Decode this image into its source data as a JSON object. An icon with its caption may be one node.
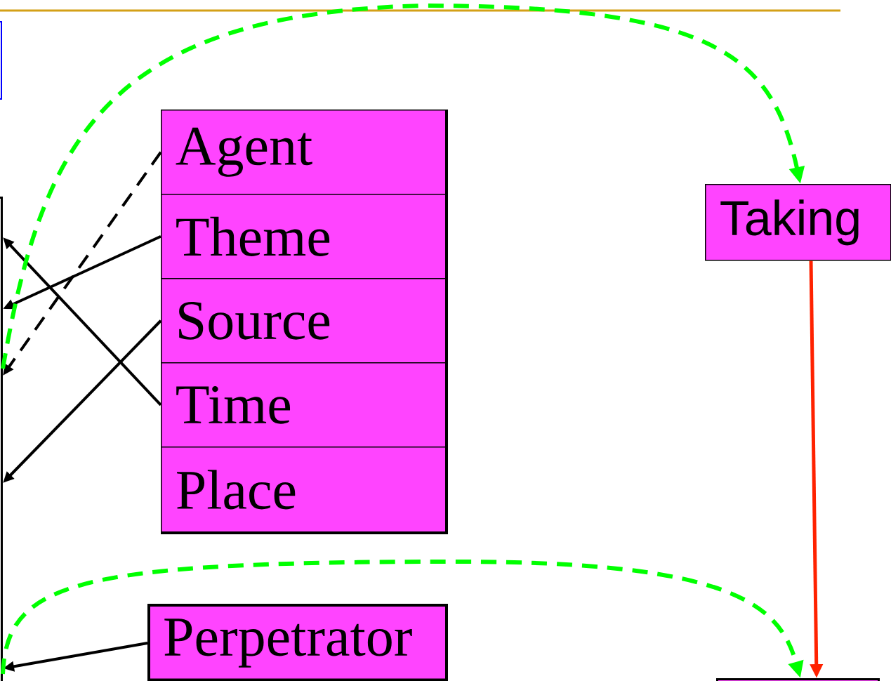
{
  "diagram": {
    "nodes": [
      {
        "text": [],
        "shape": "box"
      },
      {
        "text": [],
        "shape": "box"
      },
      {
        "text": [],
        "shape": "box"
      },
      {
        "text": [
          "Agent"
        ],
        "in": 2
      },
      {
        "text": [
          "Theme"
        ],
        "in": 2
      },
      {
        "text": [
          "Source"
        ],
        "in": 2
      },
      {
        "text": [
          "Time"
        ],
        "in": 2
      },
      {
        "text": [
          "Place"
        ],
        "in": 2
      },
      {
        "text": [
          "Taking"
        ]
      },
      {
        "text": [
          "Perpetrator"
        ]
      },
      {
        "text": [],
        "shape": "box"
      }
    ],
    "edges": [
      {
        "from": 3,
        "to": 1,
        "arrow": "to",
        "style": "dashed"
      },
      {
        "from": 4,
        "to": 1,
        "arrow": "to"
      },
      {
        "from": 5,
        "to": 1,
        "arrow": "to"
      },
      {
        "from": 6,
        "to": 1,
        "arrow": "to"
      },
      {
        "from": 9,
        "to": 1,
        "arrow": "to"
      },
      {
        "from": 1,
        "to": 8,
        "arrow": "to",
        "style": "dashed",
        "color": "#00ff00"
      },
      {
        "from": 1,
        "to": 10,
        "arrow": "to",
        "style": "dashed",
        "color": "#00ff00"
      },
      {
        "from": 8,
        "to": 10,
        "arrow": "to",
        "color": "#ff2200"
      }
    ]
  }
}
